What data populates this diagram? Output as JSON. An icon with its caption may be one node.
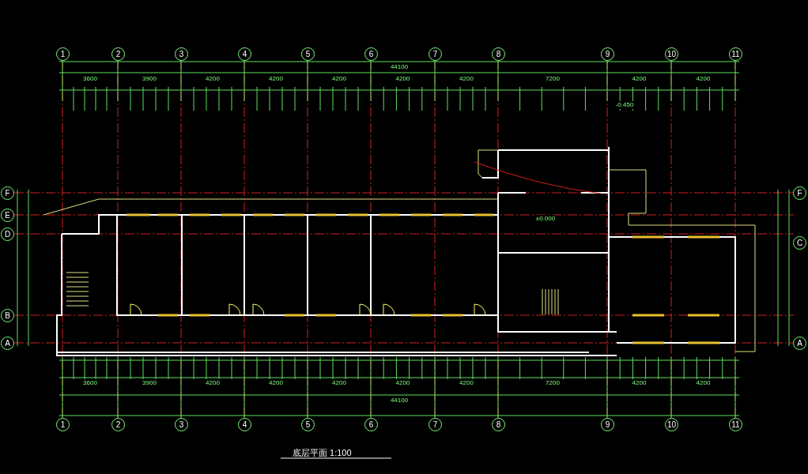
{
  "diagram": {
    "title": "底层平面 1:100",
    "labels": [
      "1",
      "2",
      "3",
      "4",
      "5",
      "6",
      "7",
      "8",
      "9",
      "10",
      "11",
      "44100",
      "3600",
      "3900",
      "4200",
      "4200",
      "4200",
      "4200",
      "4200",
      "7200",
      "4200",
      "4200",
      "F",
      "E",
      "D",
      "B",
      "A",
      "F",
      "C",
      "A",
      "±0.000",
      "-0.450",
      "3600",
      "3900",
      "4200",
      "4200",
      "4200",
      "4200",
      "4200",
      "7200",
      "4200",
      "4200",
      "44100",
      "1",
      "2",
      "3",
      "4",
      "5",
      "6",
      "7",
      "8",
      "9",
      "10",
      "11"
    ]
  }
}
